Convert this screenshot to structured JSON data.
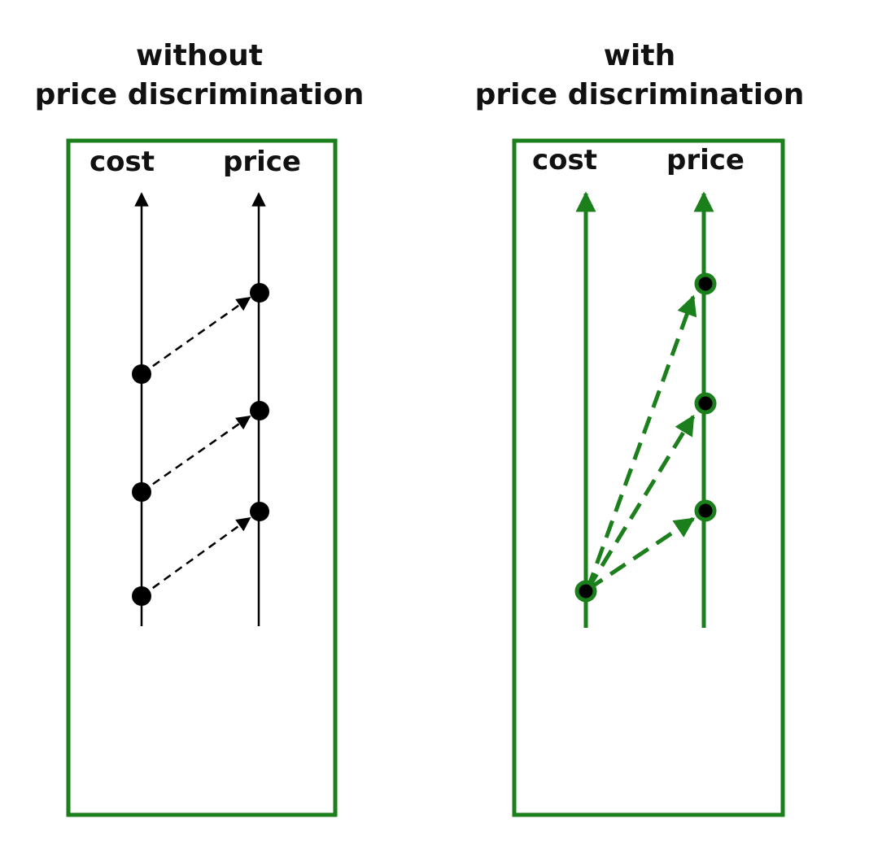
{
  "panels": {
    "left": {
      "title_line1": "without",
      "title_line2": "price discrimination",
      "cost_label": "cost",
      "price_label": "price"
    },
    "right": {
      "title_line1": "with",
      "title_line2": "price discrimination",
      "cost_label": "cost",
      "price_label": "price"
    }
  },
  "colors": {
    "frame": "#1b7f1b",
    "accent": "#1b7f1b",
    "neutral": "#000000"
  }
}
